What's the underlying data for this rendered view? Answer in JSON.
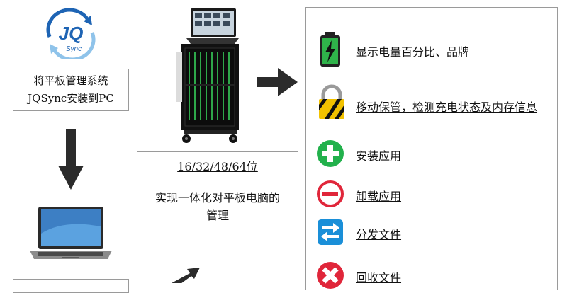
{
  "logo": {
    "text": "JQ",
    "subtext": "Sync"
  },
  "step_box": {
    "line1": "将平板管理系统",
    "line2": "JQSync安装到PC"
  },
  "info_box": {
    "title": "16/32/48/64位",
    "desc_line1": "实现一体化对平板电脑的",
    "desc_line2": "管理"
  },
  "features": [
    {
      "label": "显示电量百分比、品牌",
      "icon": "battery-icon"
    },
    {
      "label": "移动保管，检测充电状态及内存信息",
      "icon": "lock-icon"
    },
    {
      "label": "安装应用",
      "icon": "plus-circle-icon"
    },
    {
      "label": "卸载应用",
      "icon": "minus-circle-icon"
    },
    {
      "label": "分发文件",
      "icon": "transfer-arrows-icon"
    },
    {
      "label": "回收文件",
      "icon": "x-circle-icon"
    }
  ],
  "colors": {
    "arrow": "#2b2b2b",
    "green": "#22b14c",
    "red": "#e0263a",
    "blue": "#1a8fd8",
    "logo_blue": "#1e64b4"
  }
}
